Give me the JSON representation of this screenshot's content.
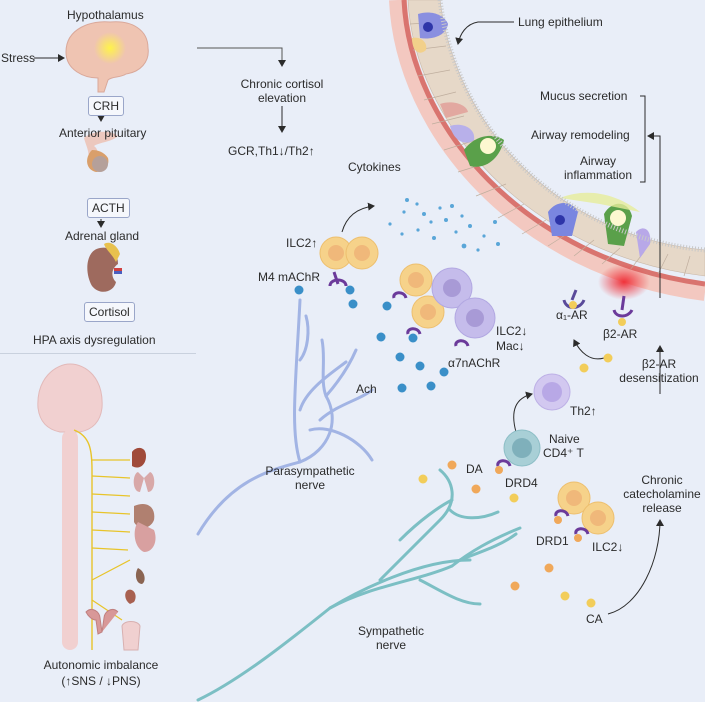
{
  "hpa_panel": {
    "stress": "Stress",
    "hypothalamus": "Hypothalamus",
    "crh": "CRH",
    "anterior_pituitary": "Anterior pituitary",
    "acth": "ACTH",
    "adrenal_gland": "Adrenal gland",
    "cortisol": "Cortisol",
    "caption": "HPA axis dysregulation"
  },
  "ans_panel": {
    "caption_line1": "Autonomic imbalance",
    "caption_line2": "(↑SNS / ↓PNS)"
  },
  "cortisol_path": {
    "chronic_line1": "Chronic cortisol",
    "chronic_line2": "elevation",
    "gcr": "GCR,Th1↓/Th2↑"
  },
  "lung": {
    "label": "Lung epithelium",
    "outcomes": [
      "Mucus secretion",
      "Airway remodeling",
      "Airway",
      "inflammation"
    ]
  },
  "parasympathetic": {
    "cytokines": "Cytokines",
    "ilc2_up": "ILC2↑",
    "m4": "M4 mAChR",
    "ilc2_down": "ILC2↓",
    "mac_down": "Mac↓",
    "a7": "α7nAChR",
    "ach": "Ach",
    "nerve_line1": "Parasympathetic",
    "nerve_line2": "nerve"
  },
  "sympathetic": {
    "a1_ar": "α₁-AR",
    "b2_ar": "β2-AR",
    "desens_line1": "β2-AR",
    "desens_line2": "desensitization",
    "th2_up": "Th2↑",
    "naive_line1": "Naive",
    "naive_line2": "CD4⁺ T",
    "da": "DA",
    "drd4": "DRD4",
    "drd1": "DRD1",
    "ilc2_down": "ILC2↓",
    "chronic_line1": "Chronic",
    "chronic_line2": "catecholamine",
    "chronic_line3": "release",
    "ca": "CA",
    "nerve_line1": "Sympathetic",
    "nerve_line2": "nerve"
  },
  "colors": {
    "background": "#e9eef8",
    "airway_wall": "#d9746f",
    "ach_dot": "#3a8fc8",
    "ca_dot_orange": "#f0a85a",
    "ca_dot_yellow": "#f2cd5a",
    "ilc2": "#f6d28a",
    "macrophage": "#b6aee0",
    "receptor": "#6b3a9a",
    "parasym_nerve": "#9aaee0",
    "sym_nerve": "#7cbfc4"
  }
}
